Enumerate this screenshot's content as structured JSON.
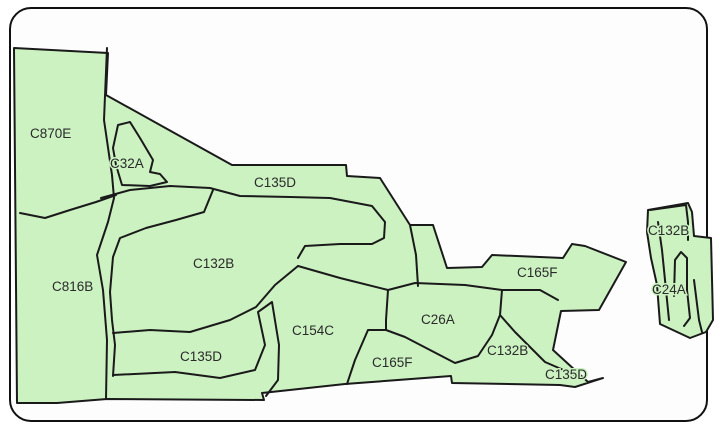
{
  "map": {
    "fill_color": "#ccf2c2",
    "line_color": "#1a1a1a",
    "labels": {
      "c870e": "C870E",
      "c32a": "C32A",
      "c135d_north": "C135D",
      "c816b": "C816B",
      "c132b_center": "C132B",
      "c154c": "C154C",
      "c135d_south": "C135D",
      "c26a": "C26A",
      "c165f_east": "C165F",
      "c165f_south": "C165F",
      "c132b_east": "C132B",
      "c135d_east": "C135D",
      "c132b_island": "C132B",
      "c24a_island": "C24A"
    }
  }
}
